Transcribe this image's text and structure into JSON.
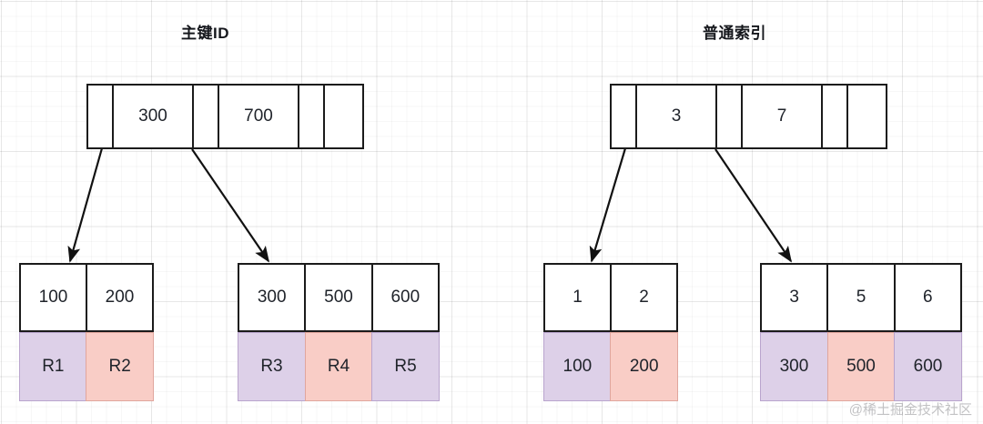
{
  "diagram": {
    "type": "b-plus-tree-index",
    "watermark": "@稀土掘金技术社区",
    "colors": {
      "purple": "#ddd0e8",
      "pink": "#f9cdc6",
      "stroke": "#1b1b1b",
      "grid": "#f0f0f0"
    },
    "trees": [
      {
        "id": "primary-key-tree",
        "title": "主键ID",
        "root": {
          "cells": [
            "",
            "300",
            "",
            "700",
            "",
            ""
          ]
        },
        "leaves": [
          {
            "id": "leaf-1",
            "keys": [
              "100",
              "200"
            ],
            "values": [
              {
                "text": "R1",
                "color": "purple"
              },
              {
                "text": "R2",
                "color": "pink"
              }
            ]
          },
          {
            "id": "leaf-2",
            "keys": [
              "300",
              "500",
              "600"
            ],
            "values": [
              {
                "text": "R3",
                "color": "purple"
              },
              {
                "text": "R4",
                "color": "pink"
              },
              {
                "text": "R5",
                "color": "purple"
              }
            ]
          }
        ]
      },
      {
        "id": "secondary-index-tree",
        "title": "普通索引",
        "root": {
          "cells": [
            "",
            "3",
            "",
            "7",
            "",
            ""
          ]
        },
        "leaves": [
          {
            "id": "leaf-3",
            "keys": [
              "1",
              "2"
            ],
            "values": [
              {
                "text": "100",
                "color": "purple"
              },
              {
                "text": "200",
                "color": "pink"
              }
            ]
          },
          {
            "id": "leaf-4",
            "keys": [
              "3",
              "5",
              "6"
            ],
            "values": [
              {
                "text": "300",
                "color": "purple"
              },
              {
                "text": "500",
                "color": "pink"
              },
              {
                "text": "600",
                "color": "purple"
              }
            ]
          }
        ]
      }
    ]
  }
}
